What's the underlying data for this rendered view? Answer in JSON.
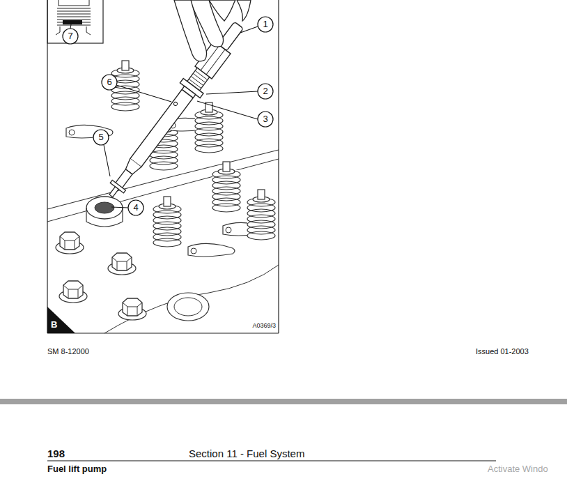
{
  "diagram": {
    "labels": [
      "1",
      "2",
      "3",
      "6",
      "5",
      "4",
      "7",
      "B",
      "A0369/3",
      "SM 8-12000",
      "Issued 01-2003",
      "198",
      "Section 11 - Fuel System",
      "Fuel lift pump",
      "Activate Windo"
    ]
  }
}
